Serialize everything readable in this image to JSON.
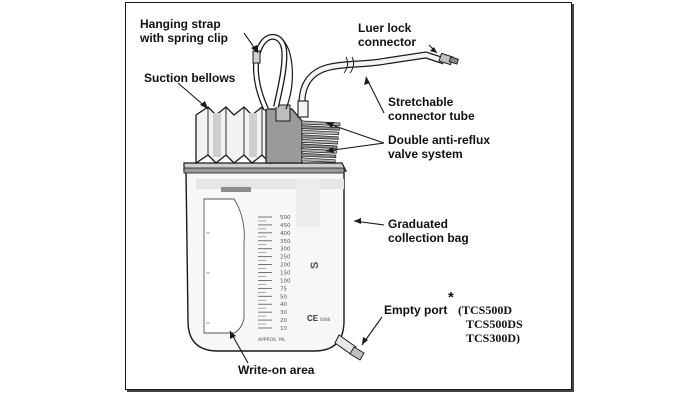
{
  "callouts": {
    "hanging_strap": [
      "Hanging strap",
      "with spring clip"
    ],
    "luer_lock": [
      "Luer lock",
      "connector"
    ],
    "suction_bellows": "Suction bellows",
    "connector_tube": [
      "Stretchable",
      "connector tube"
    ],
    "anti_reflux": [
      "Double anti-reflux",
      "valve system"
    ],
    "collection_bag": [
      "Graduated",
      "collection bag"
    ],
    "empty_port": "Empty port",
    "asterisk": "*",
    "models": [
      "(TCS500D",
      "TCS500DS",
      "TCS300D)"
    ],
    "write_on_area": "Write-on area"
  },
  "bag_scale": [
    "500",
    "450",
    "400",
    "350",
    "300",
    "250",
    "200",
    "150",
    "100",
    "75",
    "50",
    "40",
    "30",
    "20",
    "10"
  ],
  "bag_print": {
    "approx_ml": "APPROX. ML",
    "ce_mark": "CE",
    "ce_code": "0086",
    "logo_letter": "S"
  },
  "colors": {
    "outline": "#1a1a1a",
    "bag_fill": "#f7f7f7",
    "shadow_gray": "#9a9a9a",
    "label_text": "#111111"
  }
}
